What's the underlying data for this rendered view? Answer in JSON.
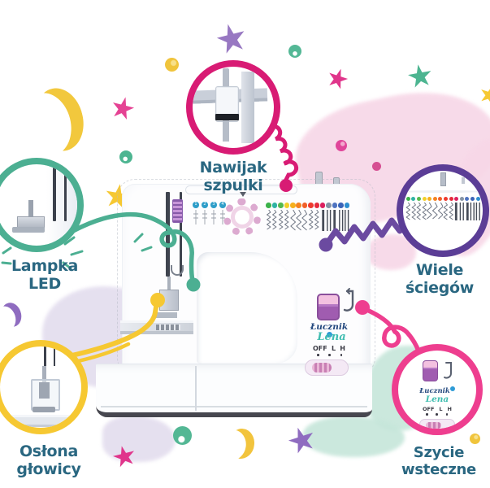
{
  "labels": {
    "bobbin_winder": "Nawijak szpulki",
    "led_lamp": "Lampka LED",
    "many_stitches": "Wiele ściegów",
    "head_cover": "Osłona głowicy",
    "reverse_sewing": "Szycie wsteczne"
  },
  "machine": {
    "brand": "Łucznik",
    "model": "Lena",
    "power_off": "OFF",
    "power_low": "L",
    "power_high": "H"
  },
  "stitch_panel": {
    "selector_numbers": [
      "1",
      "2",
      "3",
      "4"
    ],
    "dot_colors": [
      "#3bb24a",
      "#2eb3a4",
      "#55b94e",
      "#f3d02a",
      "#f6b01e",
      "#f58220",
      "#f15f28",
      "#ee3a2f",
      "#e62a3c",
      "#dc1f5e",
      "#8493a5",
      "#4e73c0",
      "#3a64b8",
      "#2e8fd0"
    ],
    "patterns": [
      "zz",
      "zz",
      "zz",
      "zz",
      "zzb",
      "zzb",
      "zzb",
      "zz",
      "zz",
      "bar",
      "bar2",
      "bar",
      "bar2",
      "bar2"
    ]
  },
  "colors": {
    "callout_pink": "#d81b74",
    "callout_teal": "#4caf92",
    "callout_purple": "#5b3d96",
    "callout_yellow": "#f6c832",
    "callout_pink_bright": "#ee3e8f",
    "zigzag_purple": "#6b4aa0",
    "label_text": "#2a6781",
    "lever_purple": "#9c59ab",
    "brand_navy": "#23487e",
    "model_teal": "#3fbdb0"
  }
}
